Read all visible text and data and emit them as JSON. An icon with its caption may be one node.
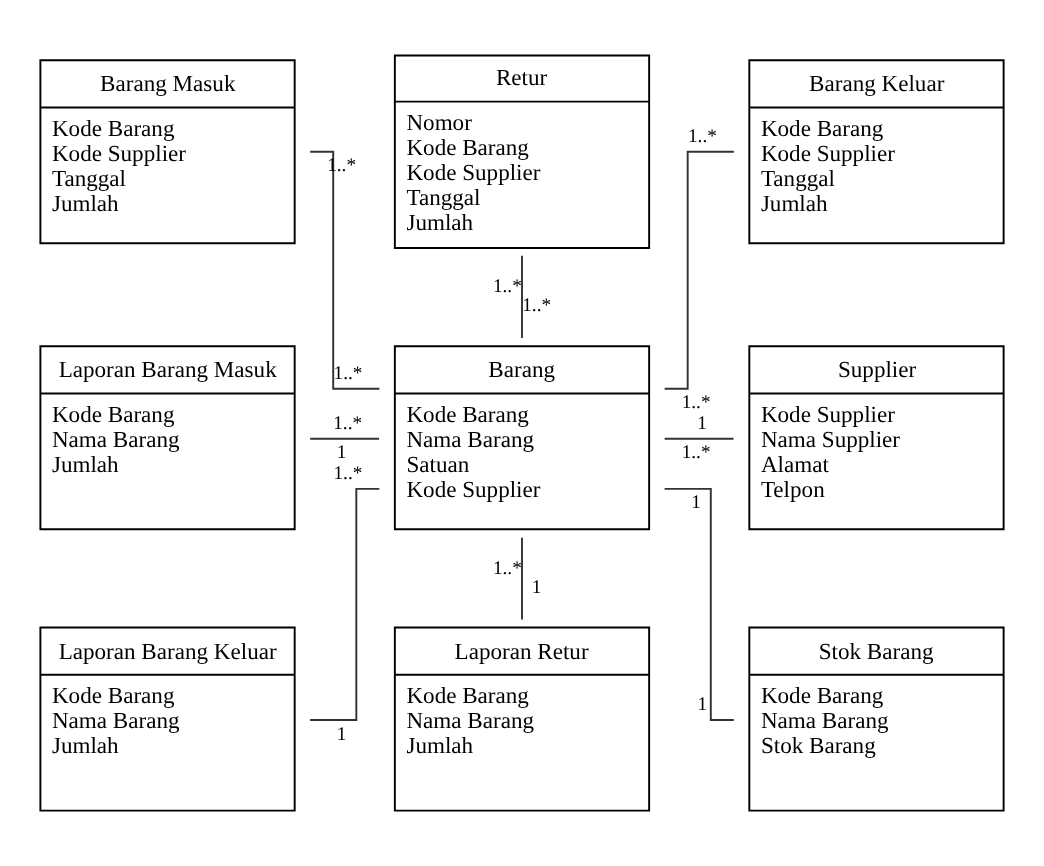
{
  "diagram": {
    "nodes": [
      {
        "text": [
          "Barang Masuk",
          "Kode Barang",
          "Kode Supplier",
          "Tanggal",
          "Jumlah"
        ]
      },
      {
        "text": [
          "Retur",
          "Nomor",
          "Kode Barang",
          "Kode Supplier",
          "Tanggal",
          "Jumlah"
        ]
      },
      {
        "text": [
          "Barang Keluar",
          "Kode Barang",
          "Kode Supplier",
          "Tanggal",
          "Jumlah"
        ]
      },
      {
        "text": [
          "Laporan Barang Masuk",
          "Kode Barang",
          "Nama Barang",
          "Jumlah"
        ]
      },
      {
        "text": [
          "Barang",
          "Kode Barang",
          "Nama Barang",
          "Satuan",
          "Kode Supplier"
        ]
      },
      {
        "text": [
          "Supplier",
          "Kode Supplier",
          "Nama Supplier",
          "Alamat",
          "Telpon"
        ]
      },
      {
        "text": [
          "Laporan Barang Keluar",
          "Kode Barang",
          "Nama Barang",
          "Jumlah"
        ]
      },
      {
        "text": [
          "Laporan Retur",
          "Kode Barang",
          "Nama Barang",
          "Jumlah"
        ]
      },
      {
        "text": [
          "Stok Barang",
          "Kode Barang",
          "Nama Barang",
          "Stok Barang"
        ]
      }
    ],
    "edges": [
      {
        "from": 0,
        "to": 4,
        "arrow": "none"
      },
      {
        "from": 1,
        "to": 4,
        "arrow": "none"
      },
      {
        "from": 2,
        "to": 4,
        "arrow": "none"
      },
      {
        "from": 3,
        "to": 4,
        "arrow": "none"
      },
      {
        "from": 4,
        "to": 5,
        "arrow": "none"
      },
      {
        "from": 4,
        "to": 6,
        "arrow": "none"
      },
      {
        "from": 4,
        "to": 7,
        "arrow": "none"
      },
      {
        "from": 4,
        "to": 8,
        "arrow": "none"
      }
    ],
    "labels": [
      "1..*",
      "1..*",
      "1..*",
      "1..*",
      "1..*",
      "1..*",
      "1..*",
      "1",
      "1",
      "1..*",
      "1",
      "1..*",
      "1..*",
      "1",
      "1",
      "1"
    ]
  }
}
